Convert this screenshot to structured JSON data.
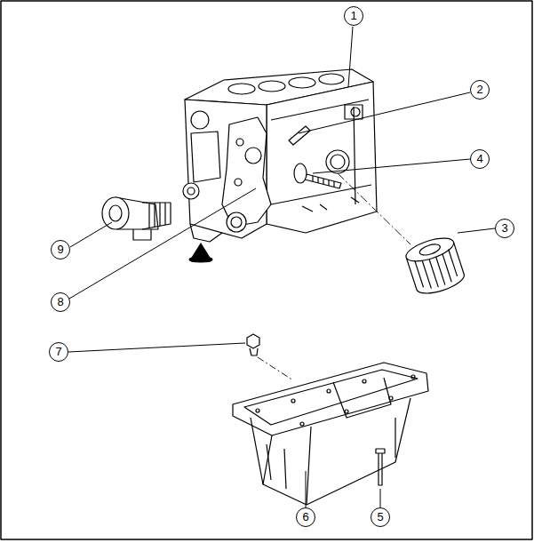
{
  "diagram": {
    "labels": [
      "1",
      "2",
      "4",
      "3",
      "9",
      "8",
      "7",
      "6",
      "5"
    ]
  }
}
